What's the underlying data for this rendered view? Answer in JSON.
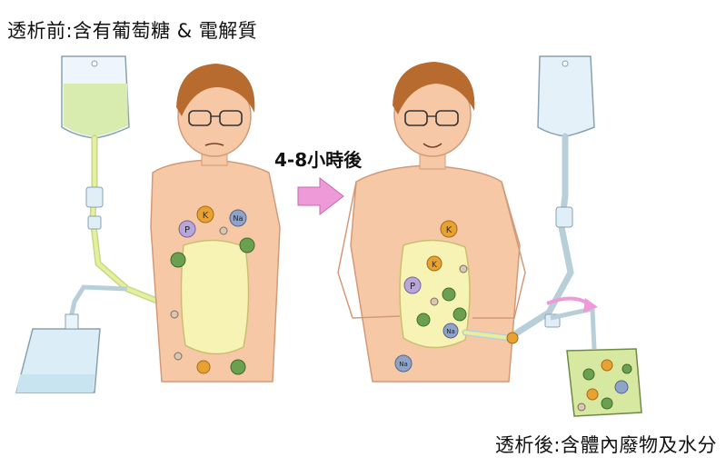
{
  "captions": {
    "before": "透析前:含有葡萄糖 & 電解質",
    "duration": "4-8小時後",
    "after": "透析後:含體內廢物及水分"
  },
  "particles": {
    "potassium": "K",
    "phosphorus": "P",
    "sodium": "Na"
  },
  "colors": {
    "skin": "#f6c8a6",
    "hair": "#b86b2e",
    "belly": "#f7f3b5",
    "dialysate_fresh": "#d8ecb0",
    "bag": "#d9ecf6",
    "arrow": "#ef9ad8",
    "tube": "#e7ef9c",
    "waste_fluid": "#d7e8a1",
    "potassium": "#e8a232",
    "phosphorus": "#b8a6d8",
    "sodium": "#8fa3c9",
    "waste_dot": "#6aa04f"
  }
}
